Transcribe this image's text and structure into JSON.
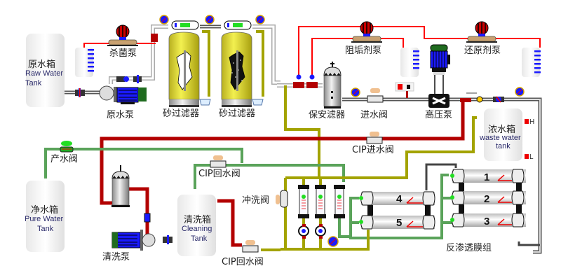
{
  "title": "反渗透水处理系统流程图",
  "colors": {
    "red_pipe": "#b30000",
    "red_line": "#ff0000",
    "green_pipe": "#5aa35a",
    "olive_pipe": "#a3a300",
    "gray_pipe": "#cfcfcf",
    "tank_yellow": "#e5e23a",
    "motor_blue": "#1a1aff",
    "valve_tan": "#f0c090"
  },
  "tanks": {
    "raw": {
      "cn": "原水箱",
      "en1": "Raw Water",
      "en2": "Tank"
    },
    "pure": {
      "cn": "净水箱",
      "en1": "Pure Water",
      "en2": "Tank"
    },
    "cleaning": {
      "cn": "清洗箱",
      "en1": "Cleaning",
      "en2": "Tank"
    },
    "waste": {
      "cn": "浓水箱",
      "en1": "waste water",
      "en2": "tank",
      "level_high": "H",
      "level_low": "L"
    }
  },
  "equipment": {
    "sterilize_pump": "杀菌泵",
    "raw_pump": "原水泵",
    "sand_filter_1": "砂过滤器",
    "sand_filter_2": "砂过滤器",
    "security_filter": "保安滤器",
    "inlet_valve": "进水阀",
    "high_pressure_pump": "高压泵",
    "antiscalant_pump": "阻垢剂泵",
    "reductant_pump": "还原剂泵",
    "product_valve": "产水阀",
    "cip_inlet_valve": "CIP进水阀",
    "cip_return_valve_1": "CIP回水阀",
    "cip_return_valve_2": "CIP回水阀",
    "flush_valve": "冲洗阀",
    "cleaning_pump": "清洗泵",
    "ro_group": "反渗透膜组"
  },
  "membranes": [
    "1",
    "2",
    "3",
    "4",
    "5"
  ]
}
